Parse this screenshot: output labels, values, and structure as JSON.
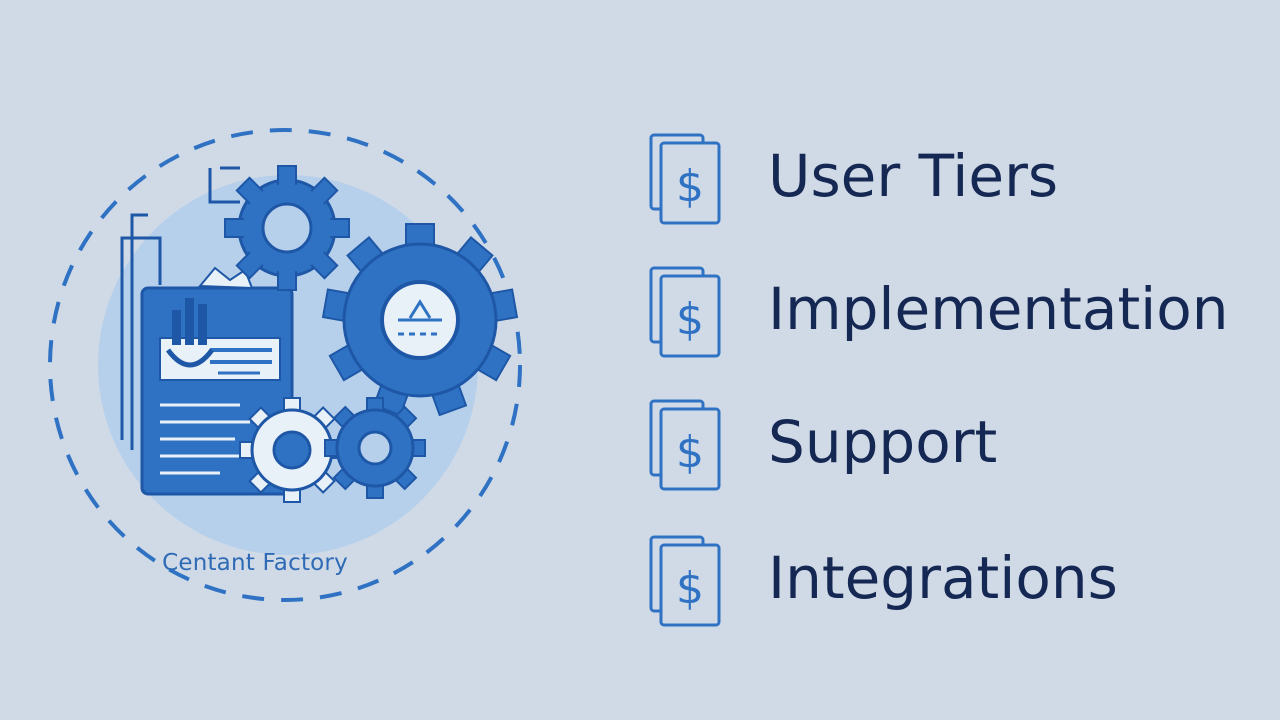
{
  "illustration": {
    "caption": "Centant Factory",
    "icons": [
      "dashed-ring",
      "document-icon",
      "gear-icon",
      "gear-icon",
      "gear-icon",
      "gear-icon",
      "bar-chart-icon",
      "hierarchy-icon"
    ],
    "colors": {
      "primary": "#2f72c4",
      "dark": "#1e57a6",
      "halo": "#b6d0ec",
      "light": "#e8f0f8",
      "caption": "#2e6ab5"
    }
  },
  "cost_items": [
    {
      "label": "User Tiers",
      "icon": "dollar-document-icon"
    },
    {
      "label": "Implementation",
      "icon": "dollar-document-icon"
    },
    {
      "label": "Support",
      "icon": "dollar-document-icon"
    },
    {
      "label": "Integrations",
      "icon": "dollar-document-icon"
    }
  ],
  "colors": {
    "background": "#cfdae6",
    "label_text": "#152753",
    "icon_stroke": "#2f72c4"
  }
}
